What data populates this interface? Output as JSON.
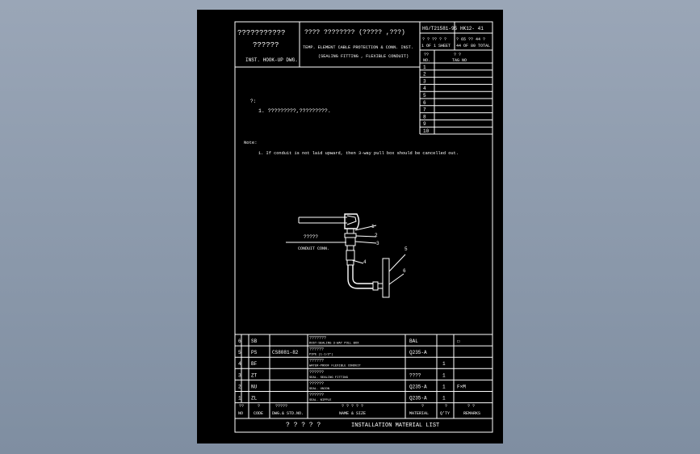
{
  "title_block": {
    "top_left_line1": "???????????",
    "top_left_line2": "??????",
    "top_left_line3": "INST. HOOK-UP DWG.",
    "title_cn": "????  ????????     (?????   ,???)",
    "title_en_line1": "TEMP. ELEMENT CABLE PROTECTION & CONN. INST.",
    "title_en_line2": "(SEALING FITTING , FLEXIBLE CONDUIT)",
    "dwg_no": "HG/T21581-95",
    "sheet_code": "HK12- 41",
    "sheet_cn1": "?   ? ??  ?  ?",
    "sheet_en1": "1  OF 1  SHEET",
    "sheet_cn2": "? 65 ??  44  ?",
    "sheet_en2": "44 OF 80 TOTAL",
    "revision_header": [
      "??",
      "?   ?"
    ],
    "revision_header_en": [
      "NO.",
      "TAG  NO"
    ],
    "revision_numbers": [
      "1",
      "2",
      "3",
      "4",
      "5",
      "6",
      "7",
      "8",
      "9",
      "10"
    ]
  },
  "notes": {
    "cn_heading": "?:",
    "cn_item": "1. ?????????,?????????.",
    "en_heading": "Note:",
    "en_item": "1. If conduit is not laid upward, then 3-way pull box should be cancelled out."
  },
  "diagram_labels": {
    "callout_cn": "?????",
    "callout_en": "CONDUIT CONN.",
    "balloons": [
      "1",
      "2",
      "3",
      "4",
      "5",
      "6"
    ]
  },
  "material_list": {
    "rows": [
      {
        "no": "6",
        "code": "SB",
        "std": "",
        "name_cn": "???????",
        "name_en": "DUST-SEALING 3-WAY PULL BOX",
        "material": "BAL",
        "qty": "",
        "remarks": "☐"
      },
      {
        "no": "5",
        "code": "PS",
        "std": "CS8081-82",
        "name_cn": "??????",
        "name_en": "PIPE (1-1/2\")",
        "material": "Q235-A",
        "qty": "",
        "remarks": ""
      },
      {
        "no": "4",
        "code": "BF",
        "std": "",
        "name_cn": "??????",
        "name_en": "WATER-PROOF FLEXIBLE CONDUIT",
        "material": "",
        "qty": "1",
        "remarks": ""
      },
      {
        "no": "3",
        "code": "ZT",
        "std": "",
        "name_cn": "??????",
        "name_en": "SEAL. SEALING FITTING",
        "material": "????",
        "qty": "1",
        "remarks": ""
      },
      {
        "no": "2",
        "code": "NU",
        "std": "",
        "name_cn": "??????",
        "name_en": "SEAL. UNION",
        "material": "Q235-A",
        "qty": "1",
        "remarks": "F×M"
      },
      {
        "no": "1",
        "code": "ZL",
        "std": "",
        "name_cn": "??????",
        "name_en": "SEAL. NIPPLE",
        "material": "Q235-A",
        "qty": "1",
        "remarks": ""
      }
    ],
    "header_cn": {
      "no": "??",
      "code": "?",
      "std": "?????",
      "name": "?  ?  ?  ?  ?",
      "material": "?",
      "qty": "?",
      "remarks": "?   ?"
    },
    "header_en": {
      "no": "NO",
      "code": "CODE",
      "std": "DWG.& STD.NO.",
      "name": "NAME & SIZE",
      "material": "MATERIAL",
      "qty": "Q'TY",
      "remarks": "REMARKS"
    },
    "footer_cn": "?  ?  ?  ?  ?",
    "footer_en": "INSTALLATION  MATERIAL  LIST"
  }
}
